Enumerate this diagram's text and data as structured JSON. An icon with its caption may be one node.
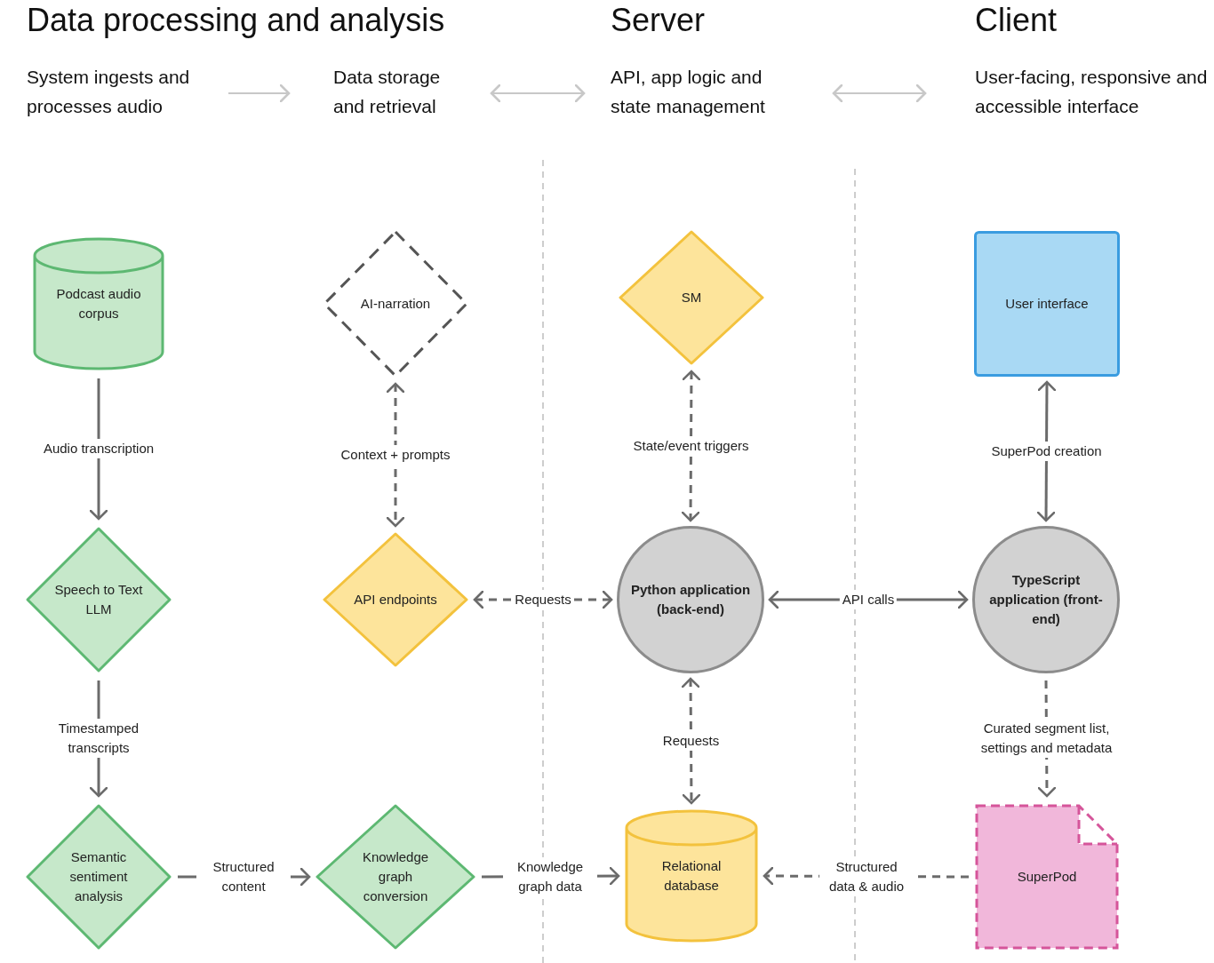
{
  "diagram": {
    "nodes": [
      {
        "text": [
          "System ingests and processes audio"
        ]
      },
      {
        "text": [
          "Data storage and retrieval"
        ]
      },
      {
        "text": [
          "API, app logic and state management"
        ]
      },
      {
        "text": [
          "User-facing, responsive and accessible interface"
        ]
      },
      {
        "text": [
          "Podcast audio corpus"
        ]
      },
      {
        "text": [
          "AI-narration"
        ]
      },
      {
        "text": [
          "SM"
        ]
      },
      {
        "text": [
          "User interface"
        ]
      },
      {
        "text": [
          "Speech to Text LLM"
        ]
      },
      {
        "text": [
          "API endpoints"
        ]
      },
      {
        "text": [
          "Python application (back-end)"
        ]
      },
      {
        "text": [
          "TypeScript application (front-end)"
        ]
      },
      {
        "text": [
          "Semantic sentiment analysis"
        ]
      },
      {
        "text": [
          "Knowledge graph conversion"
        ]
      },
      {
        "text": [
          "Relational database"
        ]
      },
      {
        "text": [
          "SuperPod"
        ]
      }
    ],
    "edges": [
      {
        "from": 0,
        "to": 1,
        "arrow": "to",
        "color": "#c8c8c8"
      },
      {
        "from": 1,
        "to": 2,
        "arrow": "both",
        "color": "#c8c8c8"
      },
      {
        "from": 2,
        "to": 3,
        "arrow": "both",
        "color": "#c8c8c8"
      },
      {
        "from": 4,
        "to": 8,
        "arrow": "to",
        "label": "Audio transcription"
      },
      {
        "from": 5,
        "to": 9,
        "arrow": "both",
        "label": "Context + prompts",
        "style": "dashed"
      },
      {
        "from": 6,
        "to": 10,
        "arrow": "both",
        "label": "State/event triggers",
        "style": "dashed"
      },
      {
        "from": 7,
        "to": 11,
        "arrow": "both",
        "label": "SuperPod creation"
      },
      {
        "from": 9,
        "to": 10,
        "arrow": "both",
        "label": "Requests",
        "style": "dashed"
      },
      {
        "from": 10,
        "to": 11,
        "arrow": "both",
        "label": "API calls"
      },
      {
        "from": 8,
        "to": 12,
        "arrow": "to",
        "label": "Timestamped transcripts"
      },
      {
        "from": 10,
        "to": 14,
        "arrow": "both",
        "label": "Requests",
        "style": "dashed"
      },
      {
        "from": 11,
        "to": 15,
        "arrow": "to",
        "label": "Curated segment list, settings and metadata",
        "style": "dashed"
      },
      {
        "from": 12,
        "to": 13,
        "arrow": "to",
        "label": "Structured content"
      },
      {
        "from": 13,
        "to": 14,
        "arrow": "to",
        "label": "Knowledge graph data"
      },
      {
        "from": 15,
        "to": 14,
        "arrow": "to",
        "label": "Structured data & audio",
        "style": "dashed"
      }
    ],
    "labels": [
      "Data processing and analysis",
      "Server",
      "Client"
    ]
  }
}
